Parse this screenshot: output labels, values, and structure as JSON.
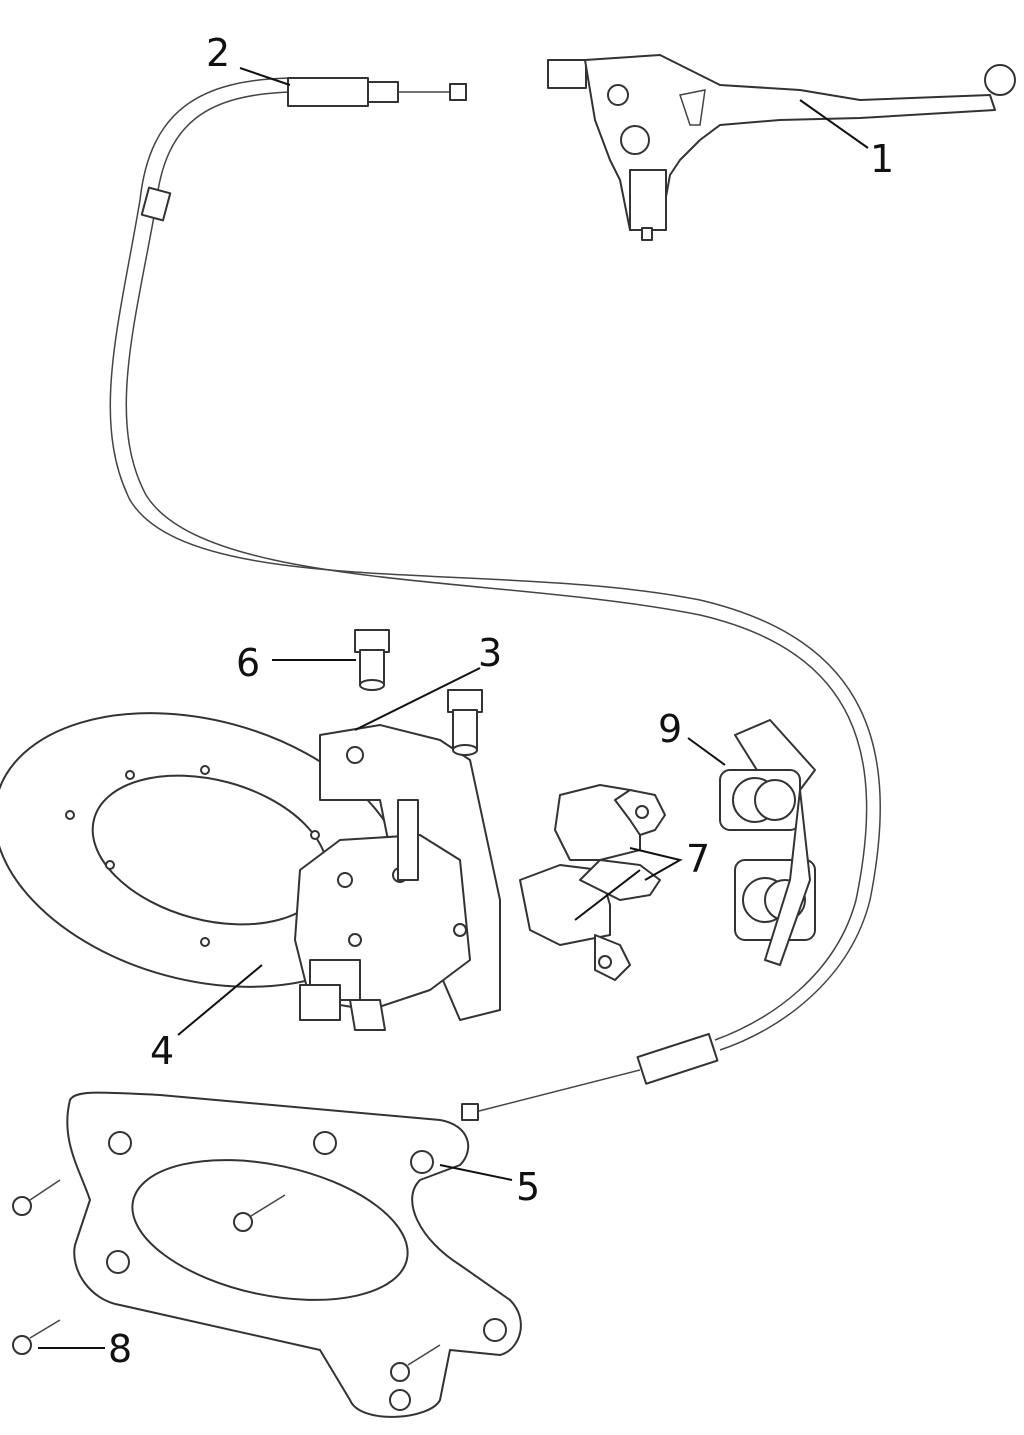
{
  "diagram": {
    "title": "",
    "callouts": [
      {
        "id": "1",
        "label": "1"
      },
      {
        "id": "2",
        "label": "2"
      },
      {
        "id": "3",
        "label": "3"
      },
      {
        "id": "4",
        "label": "4"
      },
      {
        "id": "5",
        "label": "5"
      },
      {
        "id": "6",
        "label": "6"
      },
      {
        "id": "7",
        "label": "7"
      },
      {
        "id": "8",
        "label": "8"
      },
      {
        "id": "9",
        "label": "9"
      }
    ],
    "colors": {
      "line": "#333333",
      "background": "#ffffff"
    }
  }
}
